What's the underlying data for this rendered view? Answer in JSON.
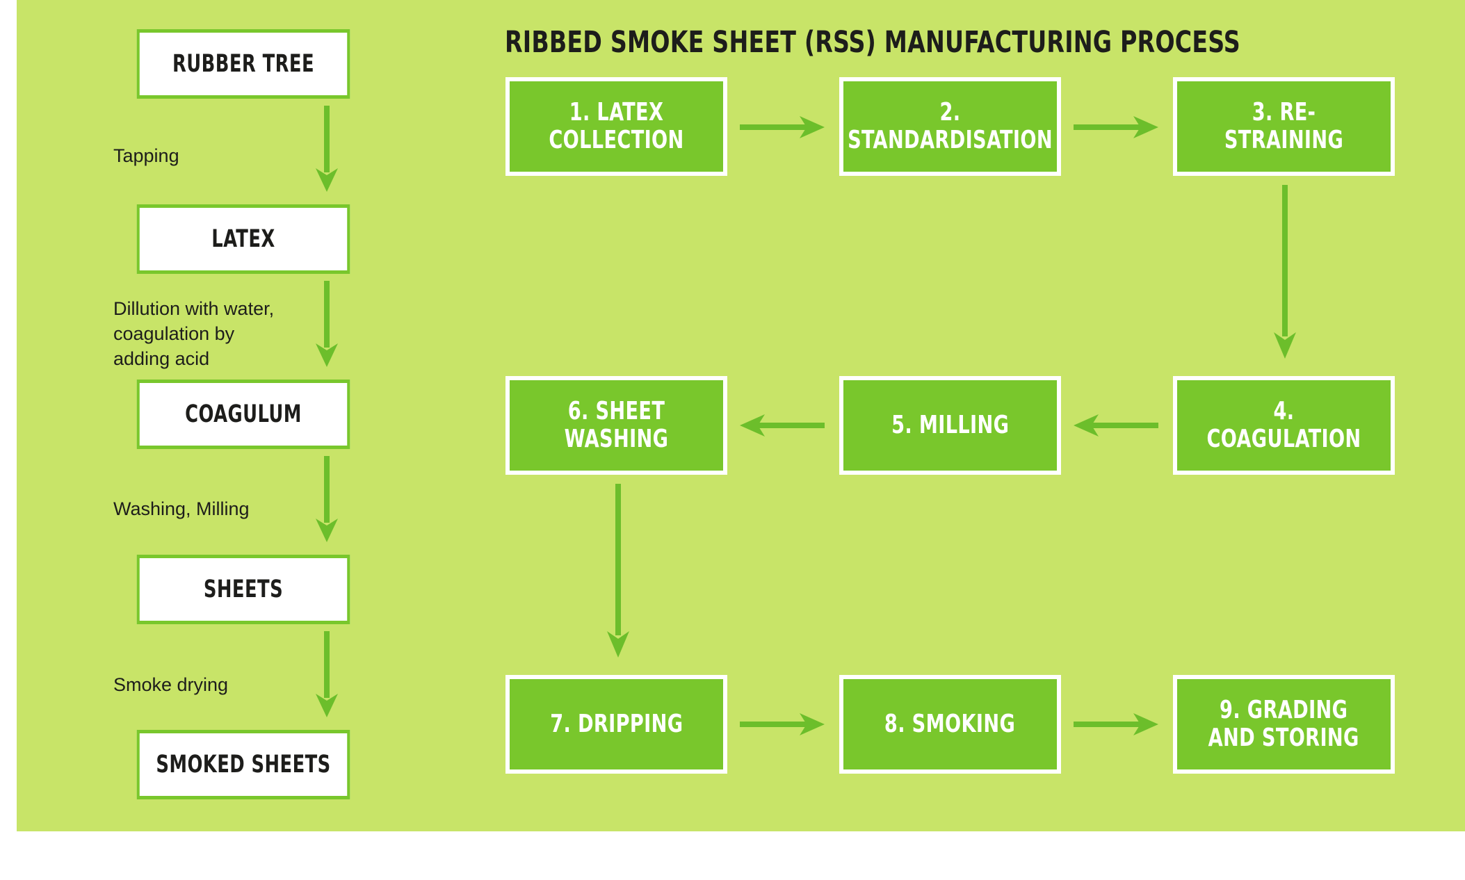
{
  "theme": {
    "background_color": "#c8e468",
    "box_green": "#79c72c",
    "box_white": "#ffffff",
    "text_dark": "#1d1d1b",
    "arrow_color": "#6cbe2b"
  },
  "title": "RIBBED SMOKE SHEET (RSS) MANUFACTURING PROCESS",
  "left_flow": {
    "stages": [
      {
        "label": "RUBBER TREE"
      },
      {
        "label": "LATEX"
      },
      {
        "label": "COAGULUM"
      },
      {
        "label": "SHEETS"
      },
      {
        "label": "SMOKED SHEETS"
      }
    ],
    "annotations": [
      {
        "text": "Tapping"
      },
      {
        "text": "Dillution with water,\ncoagulation by\nadding acid"
      },
      {
        "text": "Washing, Milling"
      },
      {
        "text": "Smoke drying"
      }
    ]
  },
  "process_flow": {
    "steps": [
      {
        "number": "1.",
        "label": "1. LATEX COLLECTION",
        "line1": "1. LATEX COLLECTION",
        "line2": ""
      },
      {
        "number": "2.",
        "label": "2. STANDARDISATION",
        "line1": "2. STANDARDISATION",
        "line2": ""
      },
      {
        "number": "3.",
        "label": "3. RE-STRAINING",
        "line1": "3. RE-STRAINING",
        "line2": ""
      },
      {
        "number": "4.",
        "label": "4. COAGULATION",
        "line1": "4. COAGULATION",
        "line2": ""
      },
      {
        "number": "5.",
        "label": "5. MILLING",
        "line1": "5. MILLING",
        "line2": ""
      },
      {
        "number": "6.",
        "label": "6. SHEET WASHING",
        "line1": "6. SHEET WASHING",
        "line2": ""
      },
      {
        "number": "7.",
        "label": "7. DRIPPING",
        "line1": "7. DRIPPING",
        "line2": ""
      },
      {
        "number": "8.",
        "label": "8. SMOKING",
        "line1": "8. SMOKING",
        "line2": ""
      },
      {
        "number": "9.",
        "label": "9. GRADING AND STORING",
        "line1": "9. GRADING",
        "line2": "AND STORING"
      }
    ],
    "connectors": [
      {
        "name": "step1-to-step2",
        "direction": "right"
      },
      {
        "name": "step2-to-step3",
        "direction": "right"
      },
      {
        "name": "step3-to-step4",
        "direction": "down"
      },
      {
        "name": "step4-to-step5",
        "direction": "left"
      },
      {
        "name": "step5-to-step6",
        "direction": "left"
      },
      {
        "name": "step6-to-step7",
        "direction": "down"
      },
      {
        "name": "step7-to-step8",
        "direction": "right"
      },
      {
        "name": "step8-to-step9",
        "direction": "right"
      }
    ]
  }
}
